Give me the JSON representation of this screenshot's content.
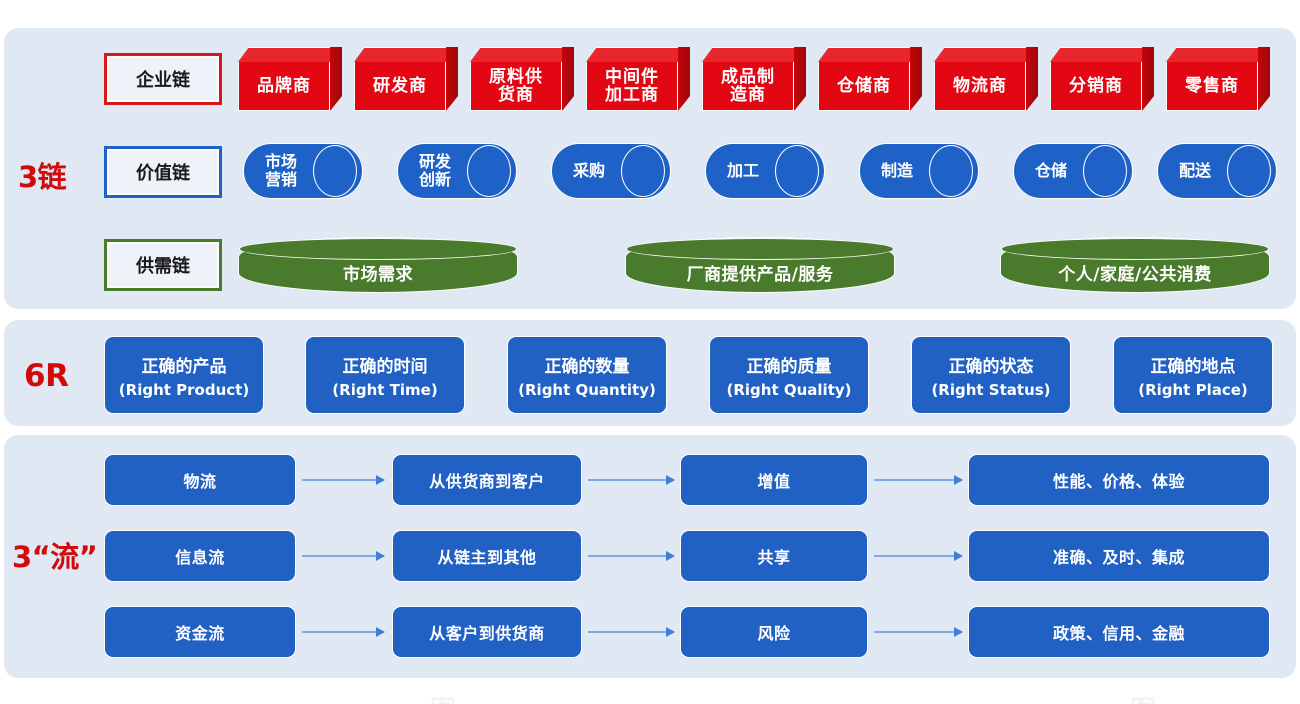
{
  "panels": {
    "chains": {
      "name": "3-chains-panel"
    },
    "sixr": {
      "name": "6r-panel"
    },
    "flows": {
      "name": "3-flows-panel"
    }
  },
  "groups": {
    "chain_label": "3链",
    "sixr_label": "6R",
    "flow_label": "3“流”"
  },
  "colors": {
    "panel_bg": "#dfe8f3",
    "red": "#e30613",
    "red_dark": "#a00509",
    "red_top": "#e8262c",
    "blue": "#2161c4",
    "blue_cyl": "#1e62c8",
    "green": "#4a7b2c",
    "accent_text": "#d20a0a",
    "arrow": "#7ca9e8"
  },
  "chains": [
    {
      "name": "企业链",
      "border": "#d8171b",
      "nodes": [
        {
          "line1": "品牌商",
          "line2": ""
        },
        {
          "line1": "研发商",
          "line2": ""
        },
        {
          "line1": "原料供",
          "line2": "货商"
        },
        {
          "line1": "中间件",
          "line2": "加工商"
        },
        {
          "line1": "成品制",
          "line2": "造商"
        },
        {
          "line1": "仓储商",
          "line2": ""
        },
        {
          "line1": "物流商",
          "line2": ""
        },
        {
          "line1": "分销商",
          "line2": ""
        },
        {
          "line1": "零售商",
          "line2": ""
        }
      ]
    },
    {
      "name": "价值链",
      "border": "#1e62c8",
      "nodes": [
        {
          "line1": "市场",
          "line2": "营销"
        },
        {
          "line1": "研发",
          "line2": "创新"
        },
        {
          "line1": "采购",
          "line2": ""
        },
        {
          "line1": "加工",
          "line2": ""
        },
        {
          "line1": "制造",
          "line2": ""
        },
        {
          "line1": "仓储",
          "line2": ""
        },
        {
          "line1": "配送",
          "line2": ""
        }
      ]
    },
    {
      "name": "供需链",
      "border": "#4a7b2c",
      "nodes": [
        {
          "line1": "市场需求",
          "line2": ""
        },
        {
          "line1": "厂商提供产品/服务",
          "line2": ""
        },
        {
          "line1": "个人/家庭/公共消费",
          "line2": ""
        }
      ]
    }
  ],
  "sixr": [
    {
      "cn": "正确的产品",
      "en": "(Right Product)"
    },
    {
      "cn": "正确的时间",
      "en": "(Right Time)"
    },
    {
      "cn": "正确的数量",
      "en": "(Right Quantity)"
    },
    {
      "cn": "正确的质量",
      "en": "(Right Quality)"
    },
    {
      "cn": "正确的状态",
      "en": "(Right Status)"
    },
    {
      "cn": "正确的地点",
      "en": "(Right Place)"
    }
  ],
  "flows": [
    {
      "c0": "物流",
      "c1": "从供货商到客户",
      "c2": "增值",
      "c3": "性能、价格、体验"
    },
    {
      "c0": "信息流",
      "c1": "从链主到其他",
      "c2": "共享",
      "c3": "准确、及时、集成"
    },
    {
      "c0": "资金流",
      "c1": "从客户到供货商",
      "c2": "风险",
      "c3": "政策、信用、金融"
    }
  ]
}
